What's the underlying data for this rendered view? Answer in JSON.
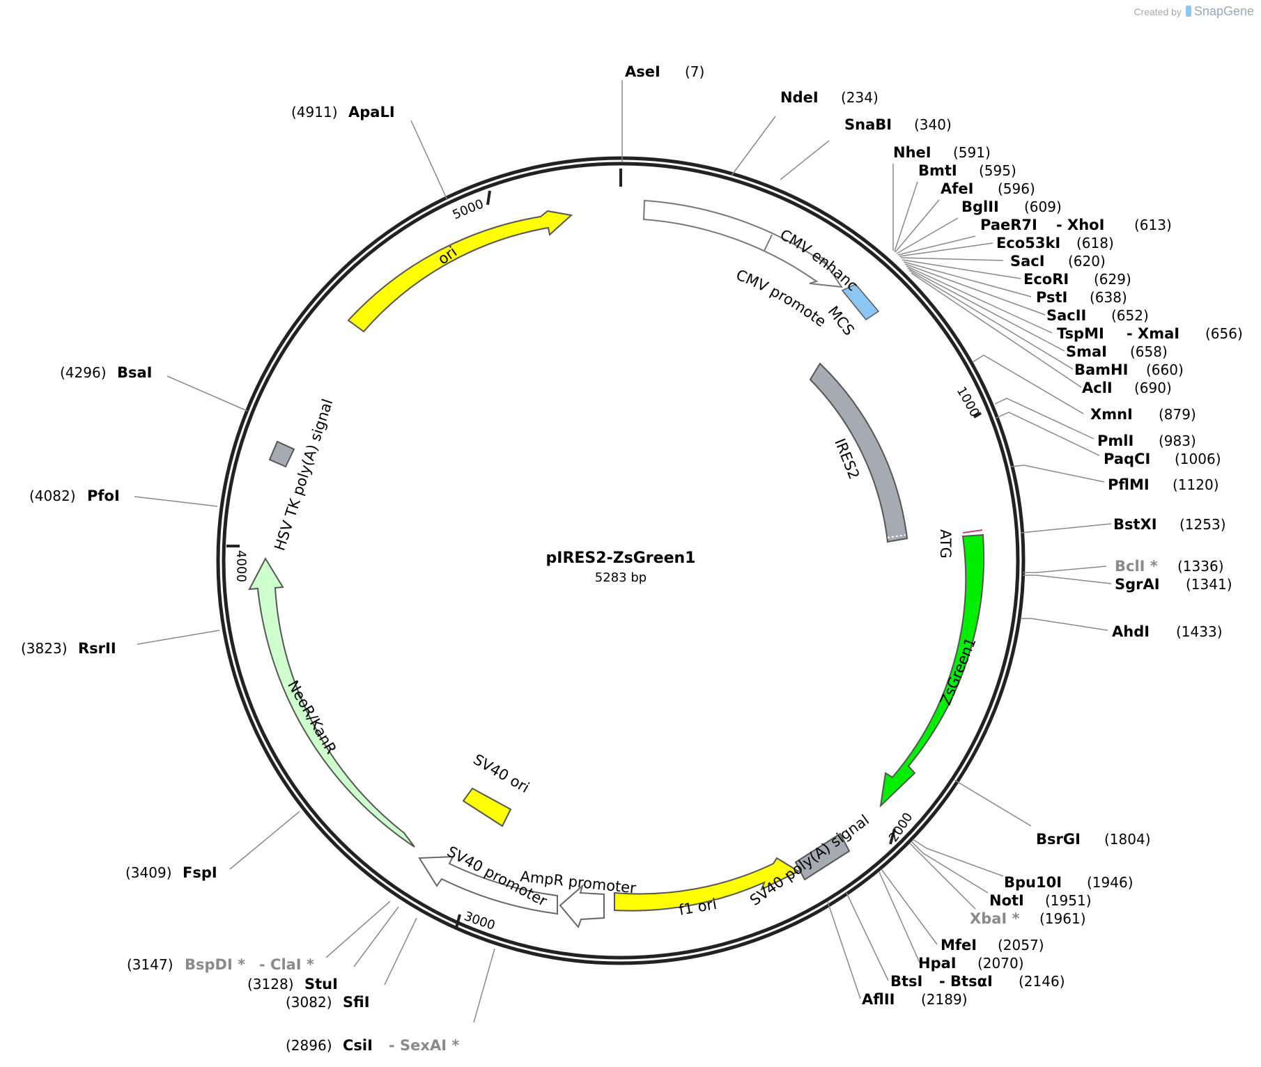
{
  "credit": {
    "prefix": "Created by",
    "brand": "SnapGene"
  },
  "plasmid": {
    "name": "pIRES2-ZsGreen1",
    "length": "5283 bp"
  },
  "colors": {
    "yellow": "#ffff00",
    "green": "#00ee00",
    "light_green": "#ccffcc",
    "gray": "#a6abb3",
    "blue": "#8cc6f5",
    "outline_gray": "#888888"
  },
  "ticks": [
    {
      "label": "1000"
    },
    {
      "label": "2000"
    },
    {
      "label": "3000"
    },
    {
      "label": "4000"
    },
    {
      "label": "5000"
    }
  ],
  "features": [
    {
      "label": "CMV enhancer"
    },
    {
      "label": "CMV promoter"
    },
    {
      "label": "MCS"
    },
    {
      "label": "IRES2"
    },
    {
      "label": "ATG"
    },
    {
      "label": "ZsGreen1"
    },
    {
      "label": "SV40 poly(A) signal"
    },
    {
      "label": "f1 ori"
    },
    {
      "label": "AmpR promoter"
    },
    {
      "label": "SV40 promoter"
    },
    {
      "label": "SV40 ori"
    },
    {
      "label": "NeoR/KanR"
    },
    {
      "label": "HSV TK poly(A) signal"
    },
    {
      "label": "ori"
    }
  ],
  "sites": [
    {
      "name": "AseI",
      "pos": "(7)"
    },
    {
      "name": "NdeI",
      "pos": "(234)"
    },
    {
      "name": "SnaBI",
      "pos": "(340)"
    },
    {
      "name": "NheI",
      "pos": "(591)"
    },
    {
      "name": "BmtI",
      "pos": "(595)"
    },
    {
      "name": "AfeI",
      "pos": "(596)"
    },
    {
      "name": "BglII",
      "pos": "(609)"
    },
    {
      "name": "PaeR7I",
      "name2": "XhoI",
      "pos": "(613)"
    },
    {
      "name": "Eco53kI",
      "pos": "(618)"
    },
    {
      "name": "SacI",
      "pos": "(620)"
    },
    {
      "name": "EcoRI",
      "pos": "(629)"
    },
    {
      "name": "PstI",
      "pos": "(638)"
    },
    {
      "name": "SacII",
      "pos": "(652)"
    },
    {
      "name": "TspMI",
      "name2": "XmaI",
      "pos": "(656)"
    },
    {
      "name": "SmaI",
      "pos": "(658)"
    },
    {
      "name": "BamHI",
      "pos": "(660)"
    },
    {
      "name": "AclI",
      "pos": "(690)"
    },
    {
      "name": "XmnI",
      "pos": "(879)"
    },
    {
      "name": "PmlI",
      "pos": "(983)"
    },
    {
      "name": "PaqCI",
      "pos": "(1006)"
    },
    {
      "name": "PflMI",
      "pos": "(1120)"
    },
    {
      "name": "BstXI",
      "pos": "(1253)"
    },
    {
      "name": "BclI *",
      "pos": "(1336)"
    },
    {
      "name": "SgrAI",
      "pos": "(1341)"
    },
    {
      "name": "AhdI",
      "pos": "(1433)"
    },
    {
      "name": "BsrGI",
      "pos": "(1804)"
    },
    {
      "name": "Bpu10I",
      "pos": "(1946)"
    },
    {
      "name": "NotI",
      "pos": "(1951)"
    },
    {
      "name": "XbaI *",
      "pos": "(1961)"
    },
    {
      "name": "MfeI",
      "pos": "(2057)"
    },
    {
      "name": "HpaI",
      "pos": "(2070)"
    },
    {
      "name": "BtsI",
      "name2": "BtsαI",
      "pos": "(2146)"
    },
    {
      "name": "AflII",
      "pos": "(2189)"
    },
    {
      "name": "CsiI",
      "name2": "SexAI *",
      "pos": "(2896)"
    },
    {
      "name": "SfiI",
      "pos": "(3082)"
    },
    {
      "name": "StuI",
      "pos": "(3128)"
    },
    {
      "name": "BspDI *",
      "name2": "ClaI *",
      "pos": "(3147)"
    },
    {
      "name": "FspI",
      "pos": "(3409)"
    },
    {
      "name": "RsrII",
      "pos": "(3823)"
    },
    {
      "name": "PfoI",
      "pos": "(4082)"
    },
    {
      "name": "BsaI",
      "pos": "(4296)"
    },
    {
      "name": "ApaLI",
      "pos": "(4911)"
    }
  ]
}
